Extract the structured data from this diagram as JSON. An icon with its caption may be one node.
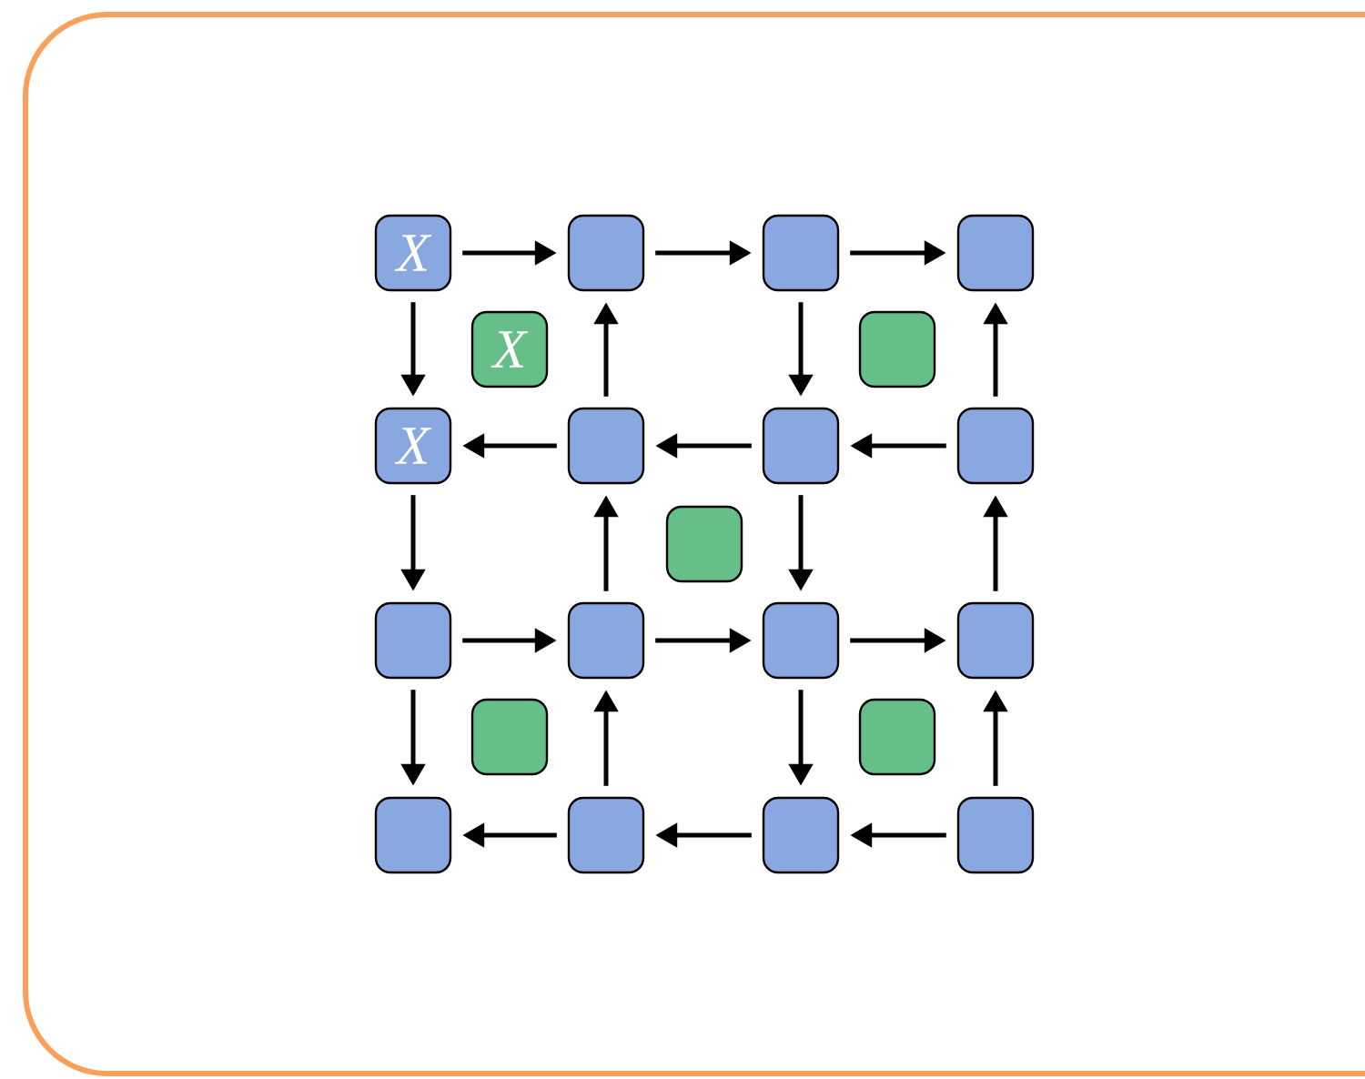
{
  "diagram": {
    "nodes": [
      {
        "text": [
          "X"
        ]
      },
      {
        "text": [],
        "shape": "box"
      },
      {
        "text": [],
        "shape": "box"
      },
      {
        "text": [],
        "shape": "box"
      },
      {
        "text": [
          "X"
        ]
      },
      {
        "text": [],
        "shape": "box"
      },
      {
        "text": [
          "X"
        ]
      },
      {
        "text": [],
        "shape": "box"
      },
      {
        "text": [],
        "shape": "box"
      },
      {
        "text": [],
        "shape": "box"
      },
      {
        "text": [],
        "shape": "box"
      },
      {
        "text": [],
        "shape": "box"
      },
      {
        "text": [],
        "shape": "box"
      },
      {
        "text": [],
        "shape": "box"
      },
      {
        "text": [],
        "shape": "box"
      },
      {
        "text": [],
        "shape": "box"
      },
      {
        "text": [],
        "shape": "box"
      },
      {
        "text": [],
        "shape": "box"
      },
      {
        "text": [],
        "shape": "box"
      },
      {
        "text": [],
        "shape": "box"
      },
      {
        "text": [],
        "shape": "box"
      }
    ],
    "edges": [
      {
        "from": 0,
        "to": 1,
        "arrow": "to"
      },
      {
        "from": 1,
        "to": 2,
        "arrow": "to"
      },
      {
        "from": 2,
        "to": 3,
        "arrow": "to"
      },
      {
        "from": 0,
        "to": 6,
        "arrow": "to"
      },
      {
        "from": 7,
        "to": 1,
        "arrow": "to"
      },
      {
        "from": 2,
        "to": 8,
        "arrow": "to"
      },
      {
        "from": 9,
        "to": 3,
        "arrow": "to"
      },
      {
        "from": 7,
        "to": 6,
        "arrow": "to"
      },
      {
        "from": 8,
        "to": 7,
        "arrow": "to"
      },
      {
        "from": 9,
        "to": 8,
        "arrow": "to"
      },
      {
        "from": 6,
        "to": 11,
        "arrow": "to"
      },
      {
        "from": 12,
        "to": 7,
        "arrow": "to"
      },
      {
        "from": 8,
        "to": 13,
        "arrow": "to"
      },
      {
        "from": 14,
        "to": 9,
        "arrow": "to"
      },
      {
        "from": 11,
        "to": 12,
        "arrow": "to"
      },
      {
        "from": 12,
        "to": 13,
        "arrow": "to"
      },
      {
        "from": 13,
        "to": 14,
        "arrow": "to"
      },
      {
        "from": 11,
        "to": 17,
        "arrow": "to"
      },
      {
        "from": 18,
        "to": 12,
        "arrow": "to"
      },
      {
        "from": 13,
        "to": 19,
        "arrow": "to"
      },
      {
        "from": 20,
        "to": 14,
        "arrow": "to"
      },
      {
        "from": 18,
        "to": 17,
        "arrow": "to"
      },
      {
        "from": 19,
        "to": 18,
        "arrow": "to"
      },
      {
        "from": 20,
        "to": 19,
        "arrow": "to"
      }
    ]
  }
}
